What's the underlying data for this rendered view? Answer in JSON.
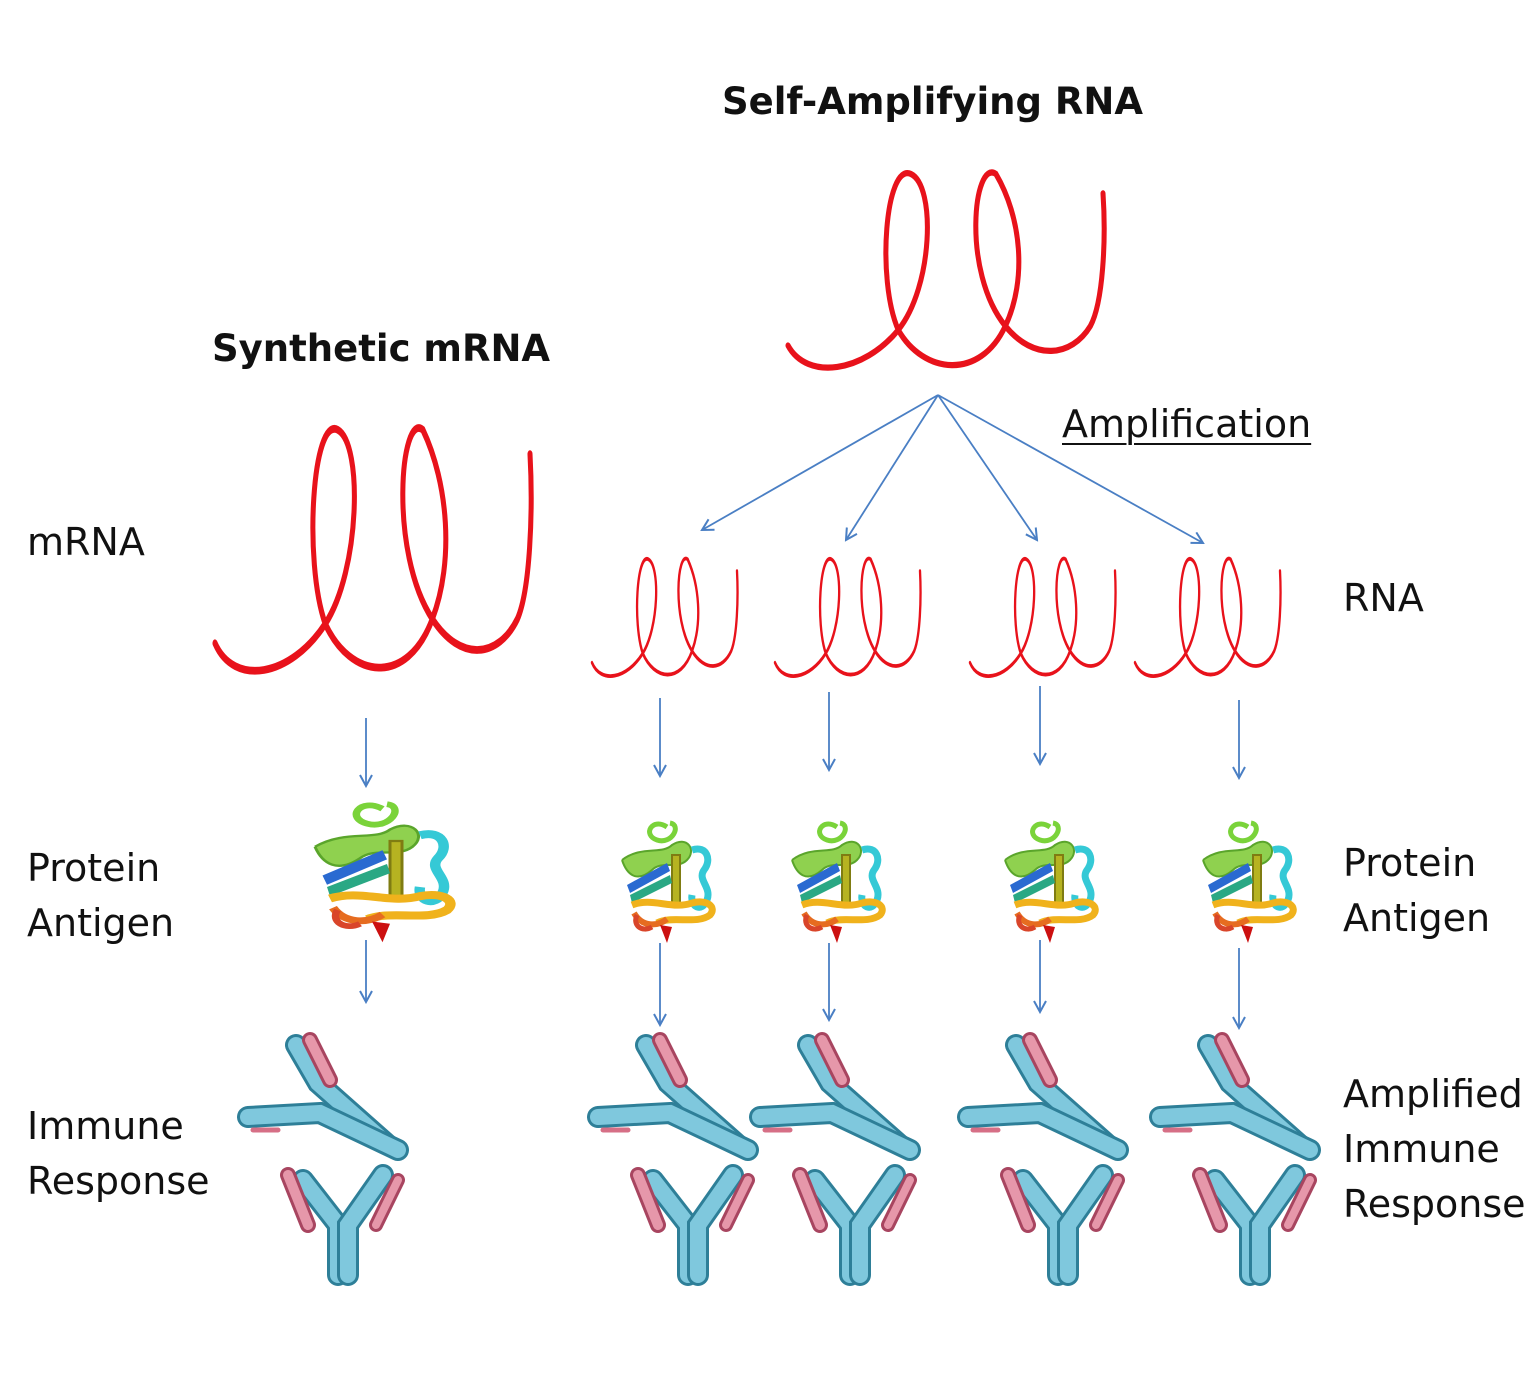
{
  "titles": {
    "left": "Synthetic mRNA",
    "right": "Self-Amplifying RNA"
  },
  "amplification_label": "Amplification",
  "left_labels": {
    "mrna": "mRNA",
    "protein_line1": "Protein",
    "protein_line2": "Antigen",
    "immune_line1": "Immune",
    "immune_line2": "Response"
  },
  "right_labels": {
    "rna": "RNA",
    "protein_line1": "Protein",
    "protein_line2": "Antigen",
    "immune_line1": "Amplified",
    "immune_line2": "Immune",
    "immune_line3": "Response"
  },
  "colors": {
    "rna": "#e8121b",
    "arrow": "#4a7fc4",
    "antibody": "#5fb2cc",
    "antibody_light_chain": "#d66f86",
    "text": "#111111"
  },
  "icons": {
    "rna": "rna-coil-icon",
    "protein": "protein-ribbon-icon",
    "antibody": "antibody-pair-icon"
  }
}
